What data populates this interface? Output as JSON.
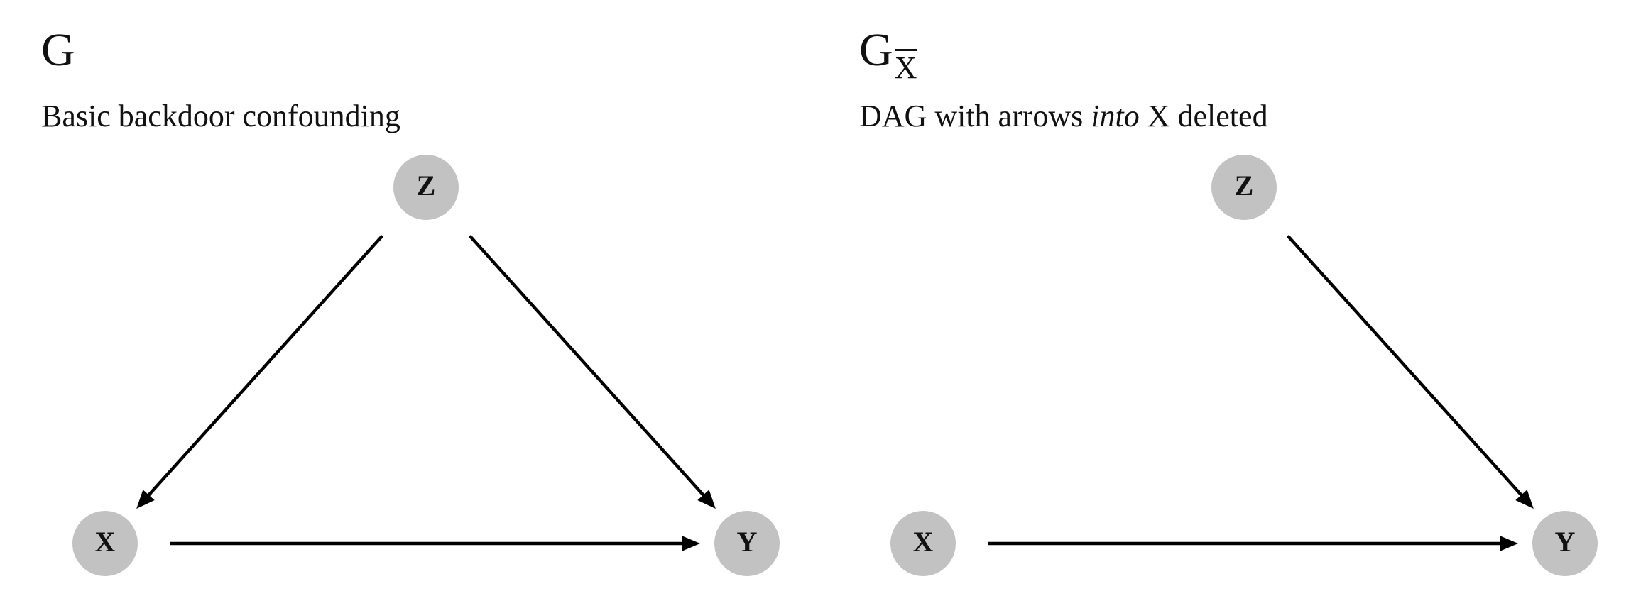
{
  "panels": [
    {
      "title": "G",
      "title_subscript": "",
      "subtitle_before": "Basic backdoor confounding",
      "subtitle_italic": "",
      "subtitle_after": "",
      "nodes": [
        {
          "id": "Z",
          "label": "Z"
        },
        {
          "id": "X",
          "label": "X"
        },
        {
          "id": "Y",
          "label": "Y"
        }
      ],
      "edges": [
        {
          "from": "Z",
          "to": "X"
        },
        {
          "from": "Z",
          "to": "Y"
        },
        {
          "from": "X",
          "to": "Y"
        }
      ]
    },
    {
      "title": "G",
      "title_subscript": "X",
      "subtitle_before": "DAG with arrows ",
      "subtitle_italic": "into",
      "subtitle_after": " X deleted",
      "nodes": [
        {
          "id": "Z",
          "label": "Z"
        },
        {
          "id": "X",
          "label": "X"
        },
        {
          "id": "Y",
          "label": "Y"
        }
      ],
      "edges": [
        {
          "from": "Z",
          "to": "Y"
        },
        {
          "from": "X",
          "to": "Y"
        }
      ]
    }
  ],
  "colors": {
    "node_fill": "#c2c2c2",
    "edge": "#000000",
    "text": "#111111"
  }
}
